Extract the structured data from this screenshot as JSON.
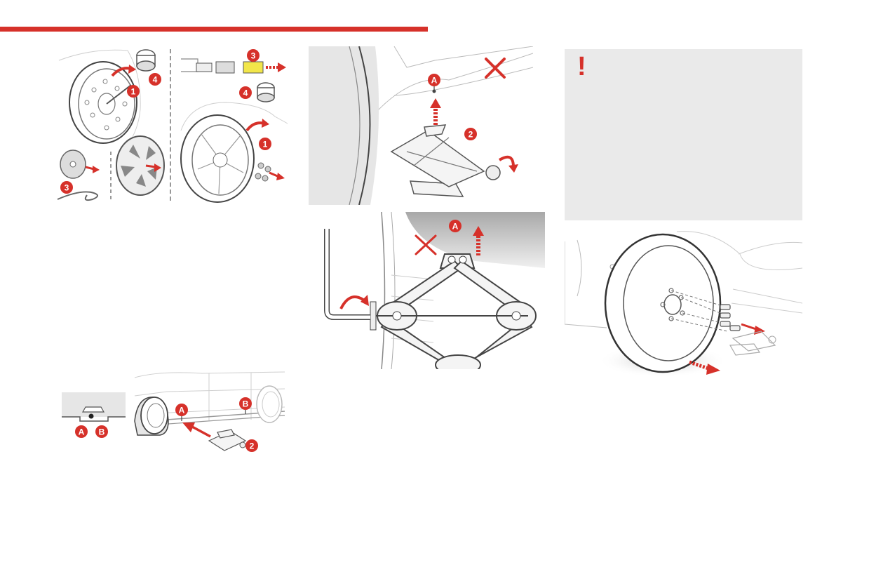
{
  "accent_color": "#d6312a",
  "warning": {
    "icon": "!"
  },
  "fig1": {
    "callout_1a": "1",
    "callout_4a": "4",
    "callout_3a": "3",
    "callout_3b": "3",
    "callout_4b": "4",
    "callout_1b": "1"
  },
  "fig2": {
    "callout_a": "A",
    "callout_2": "2"
  },
  "fig3": {
    "callout_a": "A"
  },
  "fig4": {
    "callout_a": "A",
    "callout_b": "B",
    "callout_a2": "A",
    "callout_b2": "B",
    "callout_2": "2"
  }
}
